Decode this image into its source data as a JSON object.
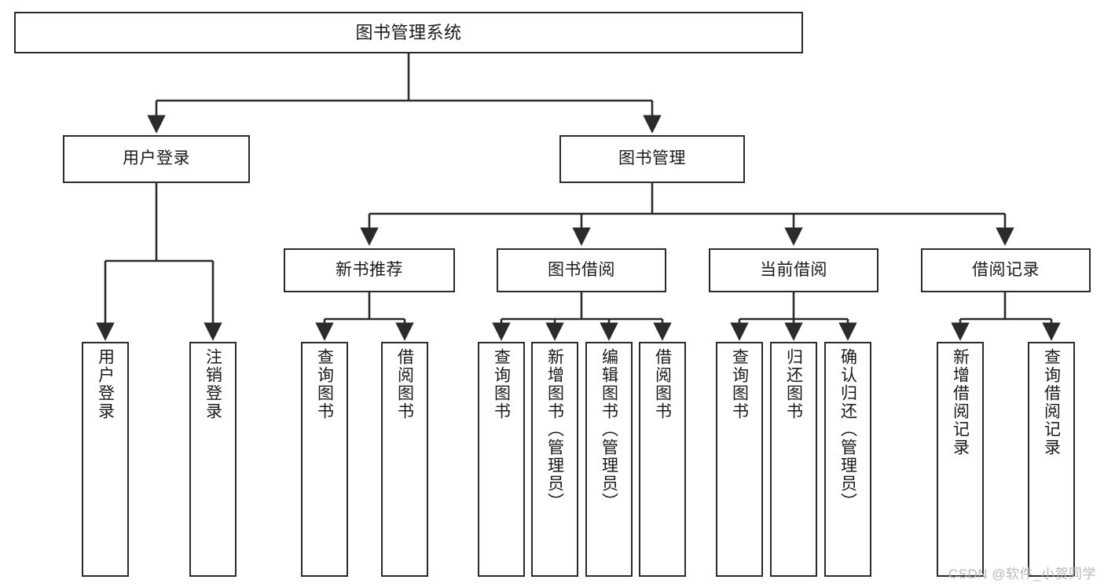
{
  "diagram": {
    "type": "tree",
    "title": "图书管理系统",
    "root": {
      "id": "root",
      "label": "图书管理系统"
    },
    "level2": [
      {
        "id": "user-login",
        "label": "用户登录"
      },
      {
        "id": "book-management",
        "label": "图书管理"
      }
    ],
    "level3": [
      {
        "id": "new-book-recommend",
        "label": "新书推荐",
        "parent": "book-management"
      },
      {
        "id": "book-borrow",
        "label": "图书借阅",
        "parent": "book-management"
      },
      {
        "id": "current-borrow",
        "label": "当前借阅",
        "parent": "book-management"
      },
      {
        "id": "borrow-record",
        "label": "借阅记录",
        "parent": "book-management"
      }
    ],
    "leaves": {
      "user_login": [
        {
          "id": "leaf-user-login",
          "label": "用户登录"
        },
        {
          "id": "leaf-logout-login",
          "label": "注销登录"
        }
      ],
      "new_book_recommend": [
        {
          "id": "leaf-query-book-1",
          "label": "查询图书"
        },
        {
          "id": "leaf-borrow-book-1",
          "label": "借阅图书"
        }
      ],
      "book_borrow": [
        {
          "id": "leaf-query-book-2",
          "label": "查询图书"
        },
        {
          "id": "leaf-add-book",
          "label": "新增图书（管理员）"
        },
        {
          "id": "leaf-edit-book",
          "label": "编辑图书（管理员）"
        },
        {
          "id": "leaf-borrow-book-2",
          "label": "借阅图书"
        }
      ],
      "current_borrow": [
        {
          "id": "leaf-query-book-3",
          "label": "查询图书"
        },
        {
          "id": "leaf-return-book",
          "label": "归还图书"
        },
        {
          "id": "leaf-confirm-return",
          "label": "确认归还（管理员）"
        }
      ],
      "borrow_record": [
        {
          "id": "leaf-add-record",
          "label": "新增借阅记录"
        },
        {
          "id": "leaf-query-record",
          "label": "查询借阅记录"
        }
      ]
    },
    "colors": {
      "box_border": "#2b2b2b",
      "box_fill": "#ffffff",
      "connector": "#2b2b2b",
      "text": "#1a1a1a",
      "watermark": "#b9b9b9",
      "background": "#ffffff"
    }
  },
  "watermark": {
    "text": "CSDN @软件_小贺同学"
  }
}
